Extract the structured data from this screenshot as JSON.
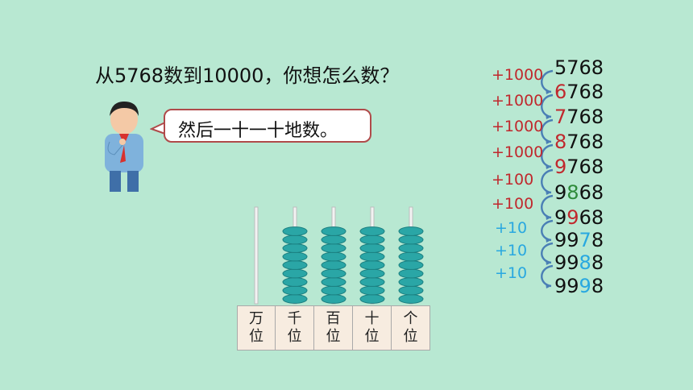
{
  "question": "从5768数到10000，你想怎么数？",
  "speech": "然后一十一十地数。",
  "abacus": {
    "labels": [
      {
        "top": "万",
        "bottom": "位"
      },
      {
        "top": "千",
        "bottom": "位"
      },
      {
        "top": "百",
        "bottom": "位"
      },
      {
        "top": "十",
        "bottom": "位"
      },
      {
        "top": "个",
        "bottom": "位"
      }
    ],
    "bead_counts": [
      0,
      9,
      9,
      9,
      9
    ],
    "bead_color": "#2aa6a6"
  },
  "sequence": [
    {
      "pre": "",
      "hl": "",
      "post": "5768",
      "color": ""
    },
    {
      "pre": "",
      "hl": "6",
      "post": "768",
      "color": "#c0282d"
    },
    {
      "pre": "",
      "hl": "7",
      "post": "768",
      "color": "#c0282d"
    },
    {
      "pre": "",
      "hl": "8",
      "post": "768",
      "color": "#c0282d"
    },
    {
      "pre": "",
      "hl": "9",
      "post": "768",
      "color": "#c0282d"
    },
    {
      "pre": "9",
      "hl": "8",
      "post": "68",
      "color": "#2e8b3a"
    },
    {
      "pre": "9",
      "hl": "9",
      "post": "68",
      "color": "#c0282d"
    },
    {
      "pre": "99",
      "hl": "7",
      "post": "8",
      "color": "#29a8e0"
    },
    {
      "pre": "99",
      "hl": "8",
      "post": "8",
      "color": "#29a8e0"
    },
    {
      "pre": "99",
      "hl": "9",
      "post": "8",
      "color": "#29a8e0"
    }
  ],
  "increments": [
    {
      "label": "+1000",
      "color": "#c0282d"
    },
    {
      "label": "+1000",
      "color": "#c0282d"
    },
    {
      "label": "+1000",
      "color": "#c0282d"
    },
    {
      "label": "+1000",
      "color": "#c0282d"
    },
    {
      "label": "+100",
      "color": "#c0282d"
    },
    {
      "label": "+100",
      "color": "#c0282d"
    },
    {
      "label": "+10",
      "color": "#29a8e0"
    },
    {
      "label": "+10",
      "color": "#29a8e0"
    },
    {
      "label": "+10",
      "color": "#29a8e0"
    }
  ]
}
